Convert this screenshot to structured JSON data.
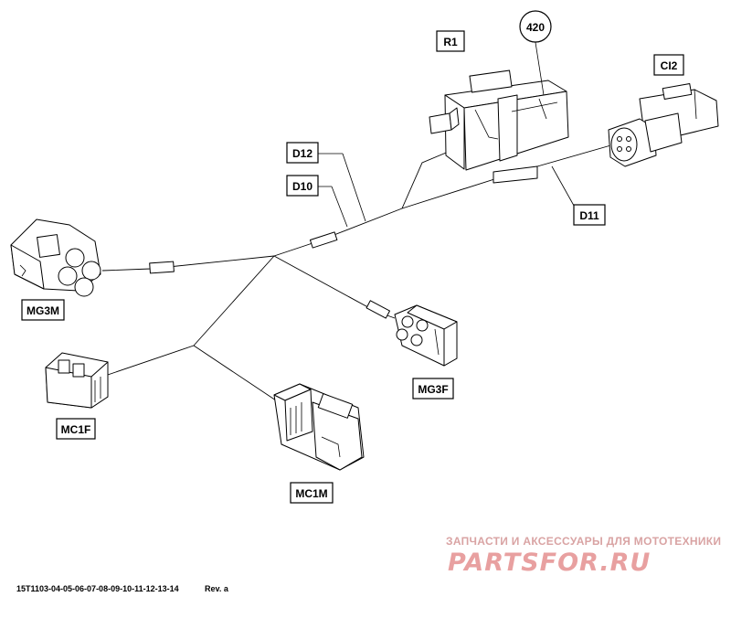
{
  "labels": {
    "r1": "R1",
    "num420": "420",
    "ci2": "CI2",
    "d12": "D12",
    "d10": "D10",
    "d11": "D11",
    "mg3m": "MG3M",
    "mg3f": "MG3F",
    "mc1f": "MC1F",
    "mc1m": "MC1M"
  },
  "footer": {
    "part_code": "15T1103-04-05-06-07-08-09-10-11-12-13-14",
    "revision": "Rev. a"
  },
  "watermark": {
    "tagline": "ЗАПЧАСТИ И АКСЕССУАРЫ ДЛЯ МОТОТЕХНИКИ",
    "logo": "PARTSFOR.RU"
  }
}
